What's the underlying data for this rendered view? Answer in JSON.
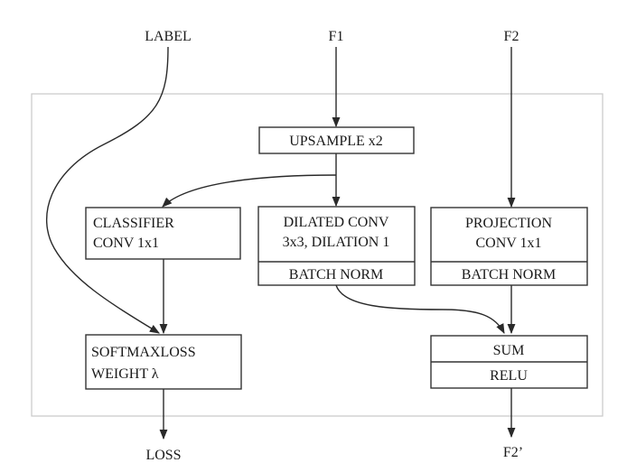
{
  "inputs": {
    "label": "LABEL",
    "f1": "F1",
    "f2": "F2"
  },
  "outputs": {
    "loss": "LOSS",
    "f2_prime": "F2’"
  },
  "blocks": {
    "upsample": "UPSAMPLE x2",
    "classifier": [
      "CLASSIFIER",
      "CONV 1x1"
    ],
    "dilated": [
      "DILATED CONV",
      "3x3, DILATION 1"
    ],
    "dilated_bn": "BATCH NORM",
    "projection": [
      "PROJECTION",
      "CONV 1x1"
    ],
    "projection_bn": "BATCH NORM",
    "softmax": [
      "SOFTMAXLOSS",
      "WEIGHT λ"
    ],
    "sum": "SUM",
    "relu": "RELU"
  }
}
